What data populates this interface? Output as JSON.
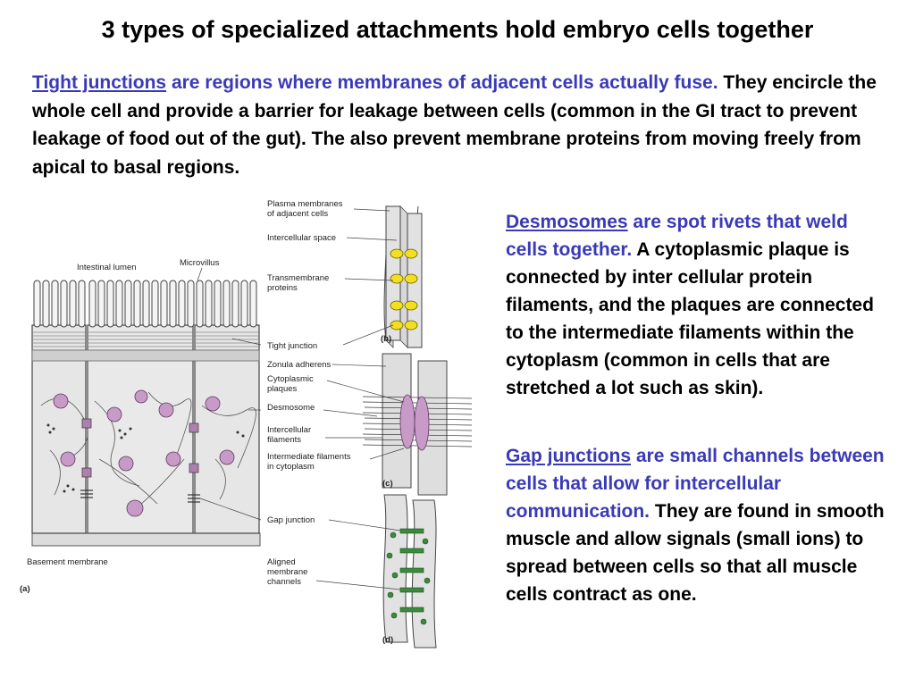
{
  "title": "3 types of specialized attachments hold embryo cells together",
  "tight": {
    "term": "Tight junctions",
    "lead": " are regions where membranes of adjacent cells actually fuse.",
    "body": " They encircle the whole cell and provide a barrier for leakage between cells (common in the GI tract to prevent leakage of food out of the gut). The also prevent membrane proteins from moving freely from apical to basal regions."
  },
  "desmosomes": {
    "term": "Desmosomes",
    "lead": " are spot rivets that weld cells together.",
    "body": " A cytoplasmic plaque is connected by inter cellular protein filaments, and the plaques are connected to the intermediate filaments within the cytoplasm (common in cells that are stretched a lot such as skin)."
  },
  "gap": {
    "term": "Gap junctions",
    "lead": " are small channels between cells that allow for intercellular communication.",
    "body": " They are found in smooth muscle and allow signals (small ions) to spread between cells so that all muscle cells contract as one."
  },
  "figure": {
    "intestinal_lumen": "Intestinal lumen",
    "microvillus": "Microvillus",
    "plasma_membranes_1": "Plasma membranes",
    "plasma_membranes_2": "of adjacent cells",
    "intercellular_space": "Intercellular space",
    "transmembrane_1": "Transmembrane",
    "transmembrane_2": "proteins",
    "tight_junction": "Tight junction",
    "zonula_adherens": "Zonula adherens",
    "cytoplasmic_1": "Cytoplasmic",
    "cytoplasmic_2": "plaques",
    "desmosome": "Desmosome",
    "intercellular_filaments_1": "Intercellular",
    "intercellular_filaments_2": "filaments",
    "intermediate_1": "Intermediate filaments",
    "intermediate_2": "in cytoplasm",
    "gap_junction": "Gap junction",
    "basement_membrane": "Basement membrane",
    "aligned_1": "Aligned",
    "aligned_2": "membrane",
    "aligned_3": "channels",
    "panel_a": "(a)",
    "panel_b": "(b)",
    "panel_c": "(c)",
    "panel_d": "(d)"
  },
  "colors": {
    "term_blue": "#3a3ab8",
    "protein_yellow": "#f2e020",
    "plaque_purple": "#c89ac8",
    "channel_green": "#3c8a3c"
  }
}
